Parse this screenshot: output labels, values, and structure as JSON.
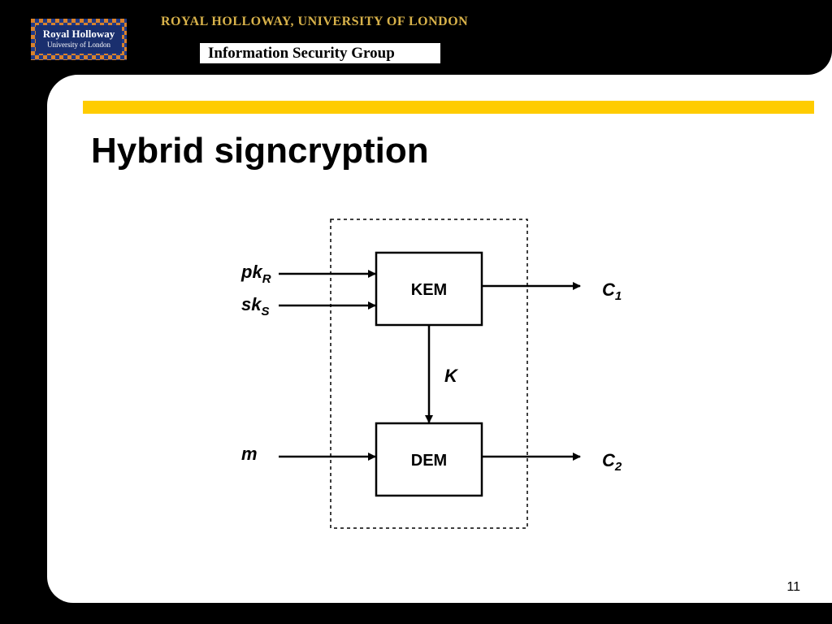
{
  "header": {
    "logo_line1": "Royal Holloway",
    "logo_line2": "University of London",
    "university_name": "ROYAL HOLLOWAY, UNIVERSITY OF LONDON",
    "group_name": "Information Security Group"
  },
  "slide": {
    "title": "Hybrid signcryption",
    "page_number": "11"
  },
  "diagram": {
    "kem_label": "KEM",
    "dem_label": "DEM",
    "input_pk": {
      "base": "pk",
      "sub": "R"
    },
    "input_sk": {
      "base": "sk",
      "sub": "S"
    },
    "input_m": "m",
    "key_label": "K",
    "output_c1": {
      "base": "C",
      "sub": "1"
    },
    "output_c2": {
      "base": "C",
      "sub": "2"
    }
  },
  "colors": {
    "accent_yellow": "#ffcc00",
    "header_gold": "#d8b24a",
    "logo_navy": "#1a2f6e",
    "logo_orange": "#d9822b"
  }
}
